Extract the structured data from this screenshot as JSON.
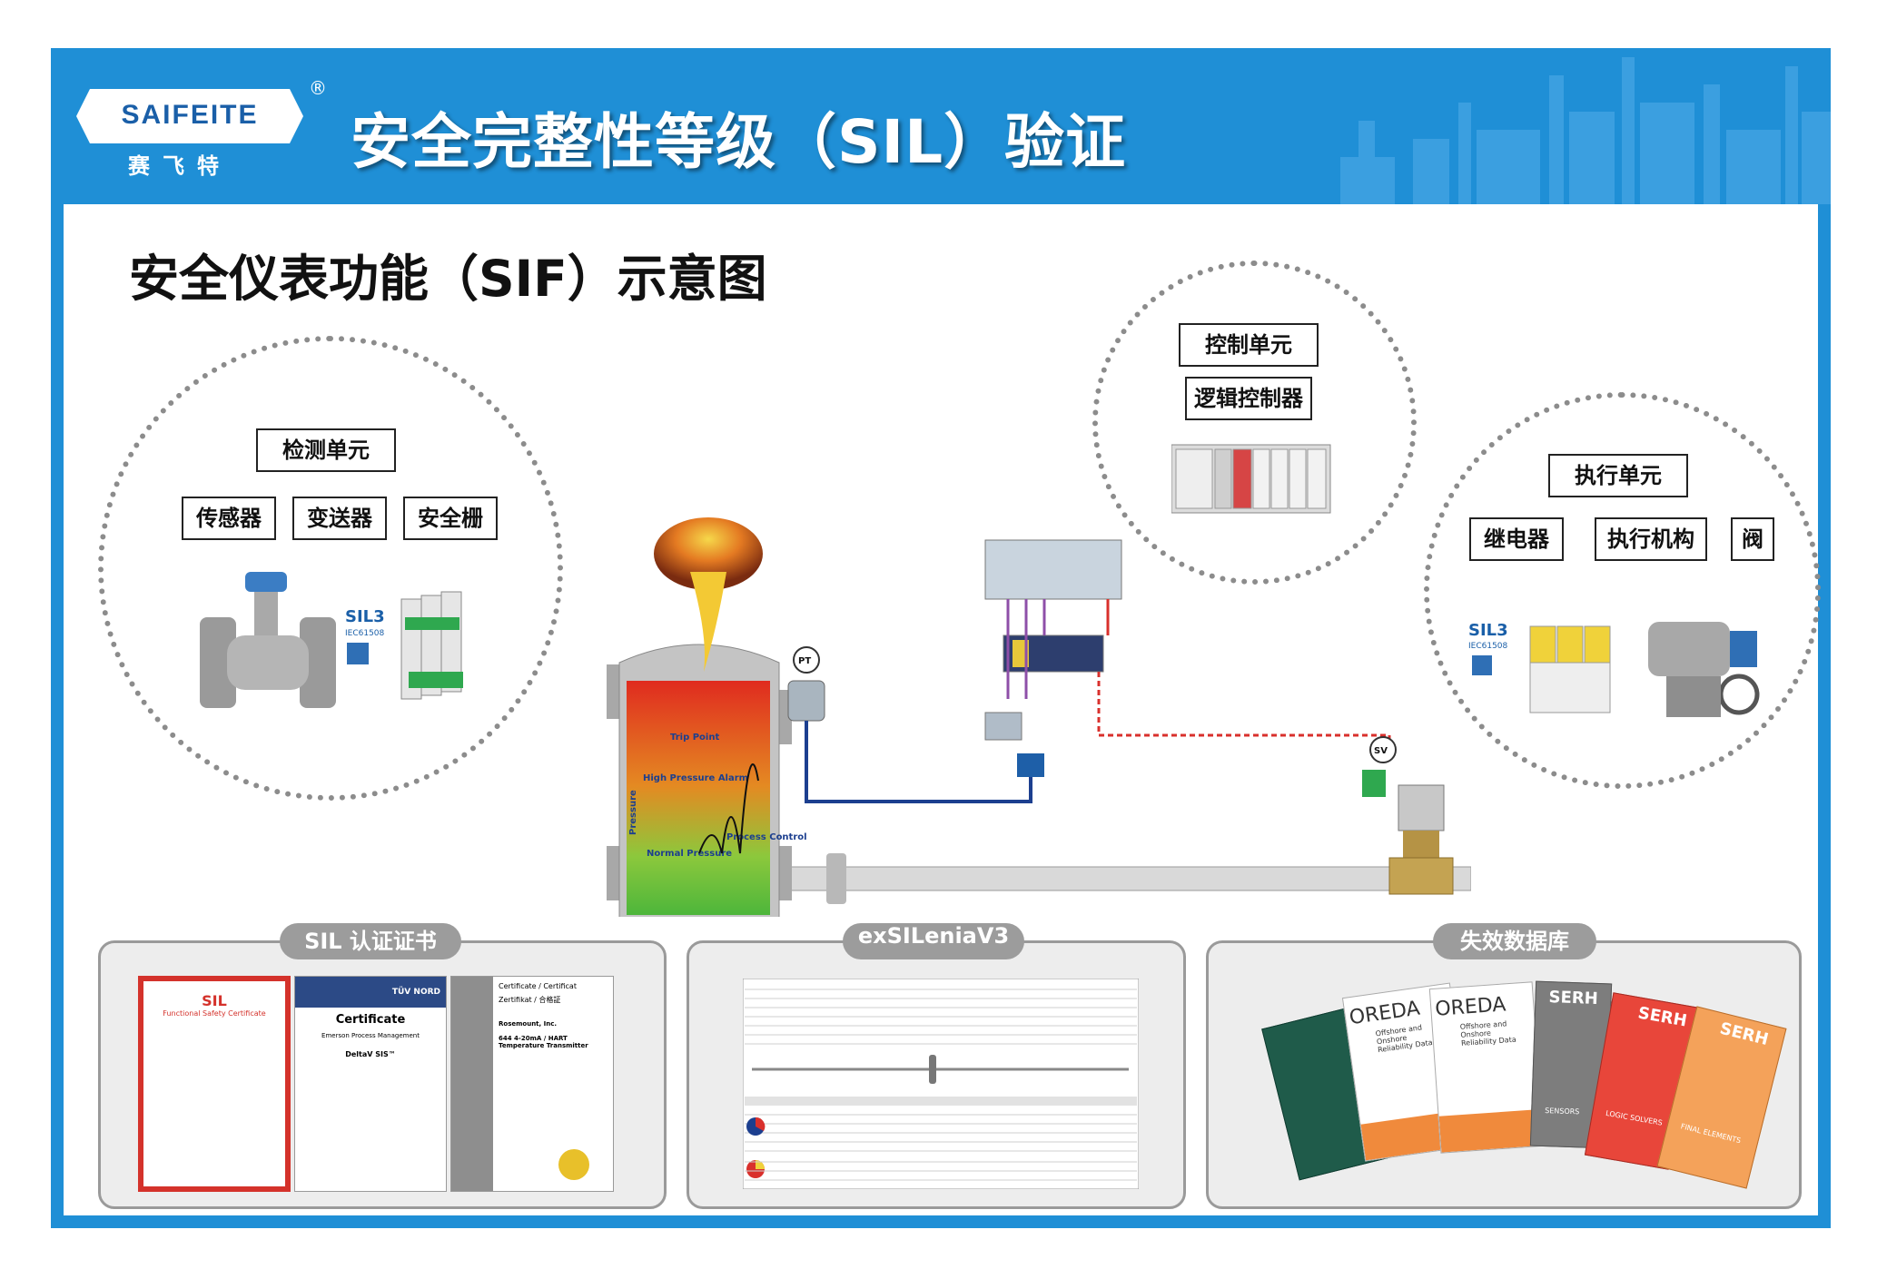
{
  "header": {
    "logo_text": "SAIFEITE",
    "logo_cn": "赛飞特",
    "logo_reg": "®",
    "title": "安全完整性等级（SIL）验证"
  },
  "diagram": {
    "title": "安全仪表功能（SIF）示意图",
    "detection": {
      "title": "检测单元",
      "items": [
        "传感器",
        "变送器",
        "安全栅"
      ],
      "sil_badge": "SIL3",
      "sil_badge_sub": "IEC61508"
    },
    "control": {
      "title": "控制单元",
      "sub": "逻辑控制器"
    },
    "execution": {
      "title": "执行单元",
      "items": [
        "继电器",
        "执行机构",
        "阀"
      ],
      "sil_badge": "SIL3",
      "sil_badge_sub": "IEC61508"
    },
    "vessel": {
      "trip_point": "Trip Point",
      "high_alarm": "High Pressure Alarm",
      "normal": "Normal Pressure",
      "process_control": "Process Control",
      "axis": "Pressure"
    },
    "tags": {
      "pt": "PT",
      "sv": "SV"
    }
  },
  "panels": {
    "certificates": {
      "tab": "SIL 认证证书",
      "cert1": {
        "title": "SIL",
        "subtitle": "Functional Safety Certificate"
      },
      "cert2": {
        "brand": "TÜV NORD",
        "title": "Certificate",
        "company": "Emerson Process Management",
        "product": "DeltaV SIS™"
      },
      "cert3": {
        "head": "Certificate / Certificat",
        "head2": "Zertifikat / 合格証",
        "company": "Rosemount, Inc.",
        "product": "644 4-20mA / HART Temperature Transmitter"
      }
    },
    "software": {
      "tab": "exSILeniaV3"
    },
    "database": {
      "tab": "失效数据库",
      "books": [
        {
          "title": "OREDA",
          "subtitle": "Offshore and Onshore Reliability Data",
          "color": "#f08a3c"
        },
        {
          "title": "OREDA",
          "subtitle": "Offshore and Onshore Reliability Data",
          "color": "#f08a3c"
        },
        {
          "title": "SERH",
          "subtitle": "SENSORS",
          "color": "#7d7d7d"
        },
        {
          "title": "SERH",
          "subtitle": "LOGIC SOLVERS",
          "color": "#e8463a"
        },
        {
          "title": "SERH",
          "subtitle": "FINAL ELEMENTS",
          "color": "#f4a25a"
        }
      ]
    }
  },
  "colors": {
    "frame": "#1f8fd6",
    "panel_tab": "#9c9c9c",
    "pipe": "#1c3f8f",
    "signal": "#d9302c"
  }
}
